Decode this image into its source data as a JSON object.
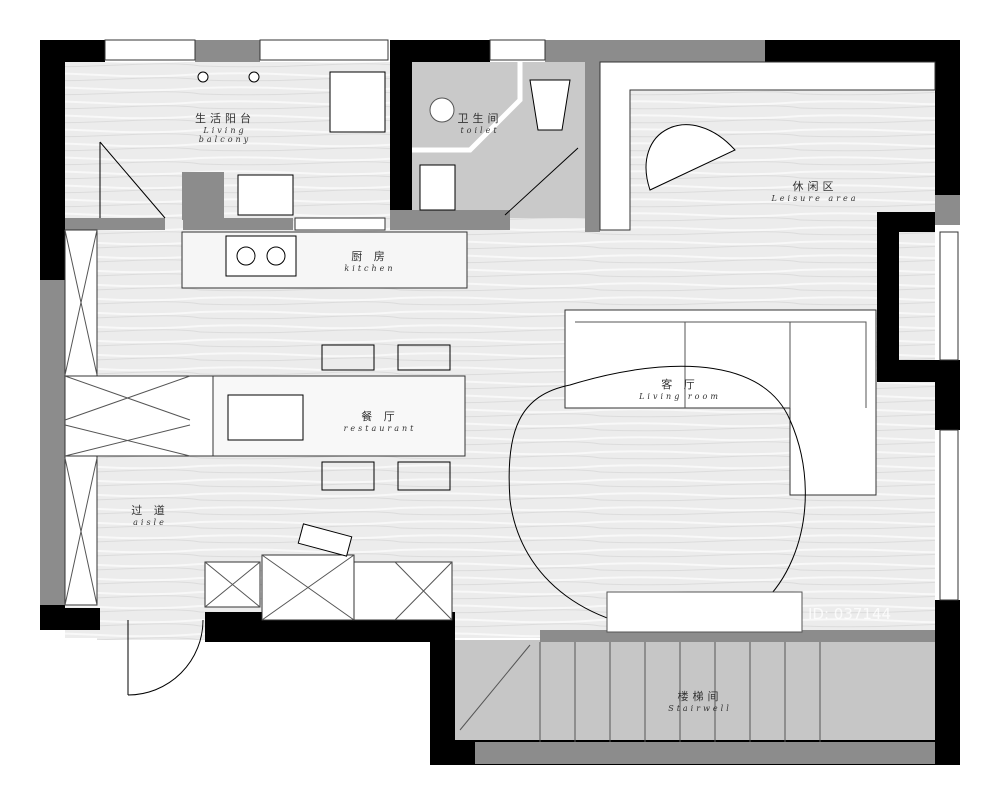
{
  "rooms": [
    {
      "zh": "生活阳台",
      "en": "Living balcony"
    },
    {
      "zh": "卫生间",
      "en": "toilet"
    },
    {
      "zh": "休闲区",
      "en": "Leisure area"
    },
    {
      "zh": "厨 房",
      "en": "kitchen"
    },
    {
      "zh": "餐 厅",
      "en": "restaurant"
    },
    {
      "zh": "客 厅",
      "en": "Living room"
    },
    {
      "zh": "过 道",
      "en": "aisle"
    },
    {
      "zh": "楼梯间",
      "en": "Stairwell"
    }
  ],
  "watermark": "ID: 037144",
  "colors": {
    "wall": "#000000",
    "partition": "#8c8c8c",
    "floor": "#ececec",
    "tile": "#c8c8c8"
  }
}
